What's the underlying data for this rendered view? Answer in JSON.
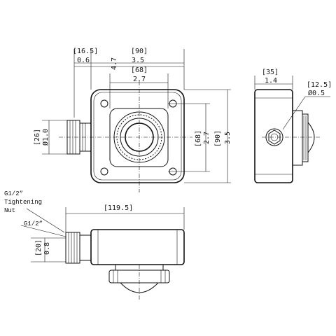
{
  "front_view": {
    "overall_width": "[90]",
    "overall_width_in": "3.5",
    "conduit_offset": "[16.5]",
    "conduit_offset_in": "0.6",
    "total_width_in": "4.7",
    "inner_width": "[68]",
    "inner_width_in": "2.7",
    "conduit_dia": "[26]",
    "conduit_dia_in": "Ø1.0",
    "inner_height": "[68]",
    "inner_height_in": "2.7",
    "overall_height": "[90]",
    "overall_height_in": "3.5"
  },
  "side_view": {
    "depth": "[35]",
    "depth_in": "1.4",
    "sensor_dia": "[12.5]",
    "sensor_dia_in": "Ø0.5"
  },
  "bottom_view": {
    "overall_length": "[119.5]",
    "thread_label_1": "G1/2”",
    "nut_label_1": "Tightening",
    "nut_label_2": "Nut",
    "thread_label_2": "G1/2”",
    "height": "[20]",
    "height_in": "0.8"
  }
}
